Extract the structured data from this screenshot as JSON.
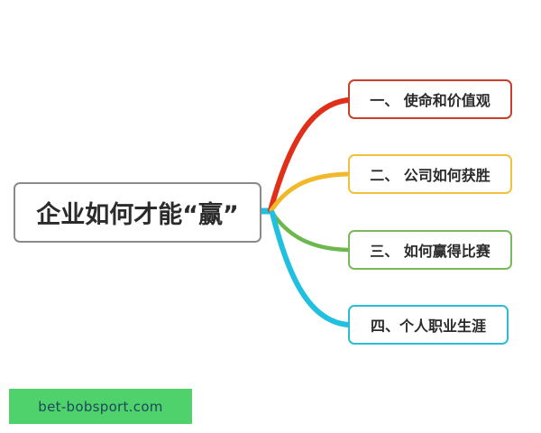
{
  "central": {
    "label": "企业如何才能“赢”",
    "border_color": "#8a8a8a"
  },
  "branches": [
    {
      "label": "一、 使命和价值观",
      "color": "#c8402a"
    },
    {
      "label": "二、 公司如何获胜",
      "color": "#f0c040"
    },
    {
      "label": "三、 如何赢得比赛",
      "color": "#7ab85a"
    },
    {
      "label": "四、个人职业生涯",
      "color": "#2cbcd6"
    }
  ],
  "connector_colors": {
    "branch1": "#e0301a",
    "branch2": "#f2b82a",
    "branch3": "#6cb84c",
    "branch4": "#22c0e0"
  },
  "watermark": {
    "text": "bet-bobsport.com",
    "background": "#4fd16b"
  }
}
